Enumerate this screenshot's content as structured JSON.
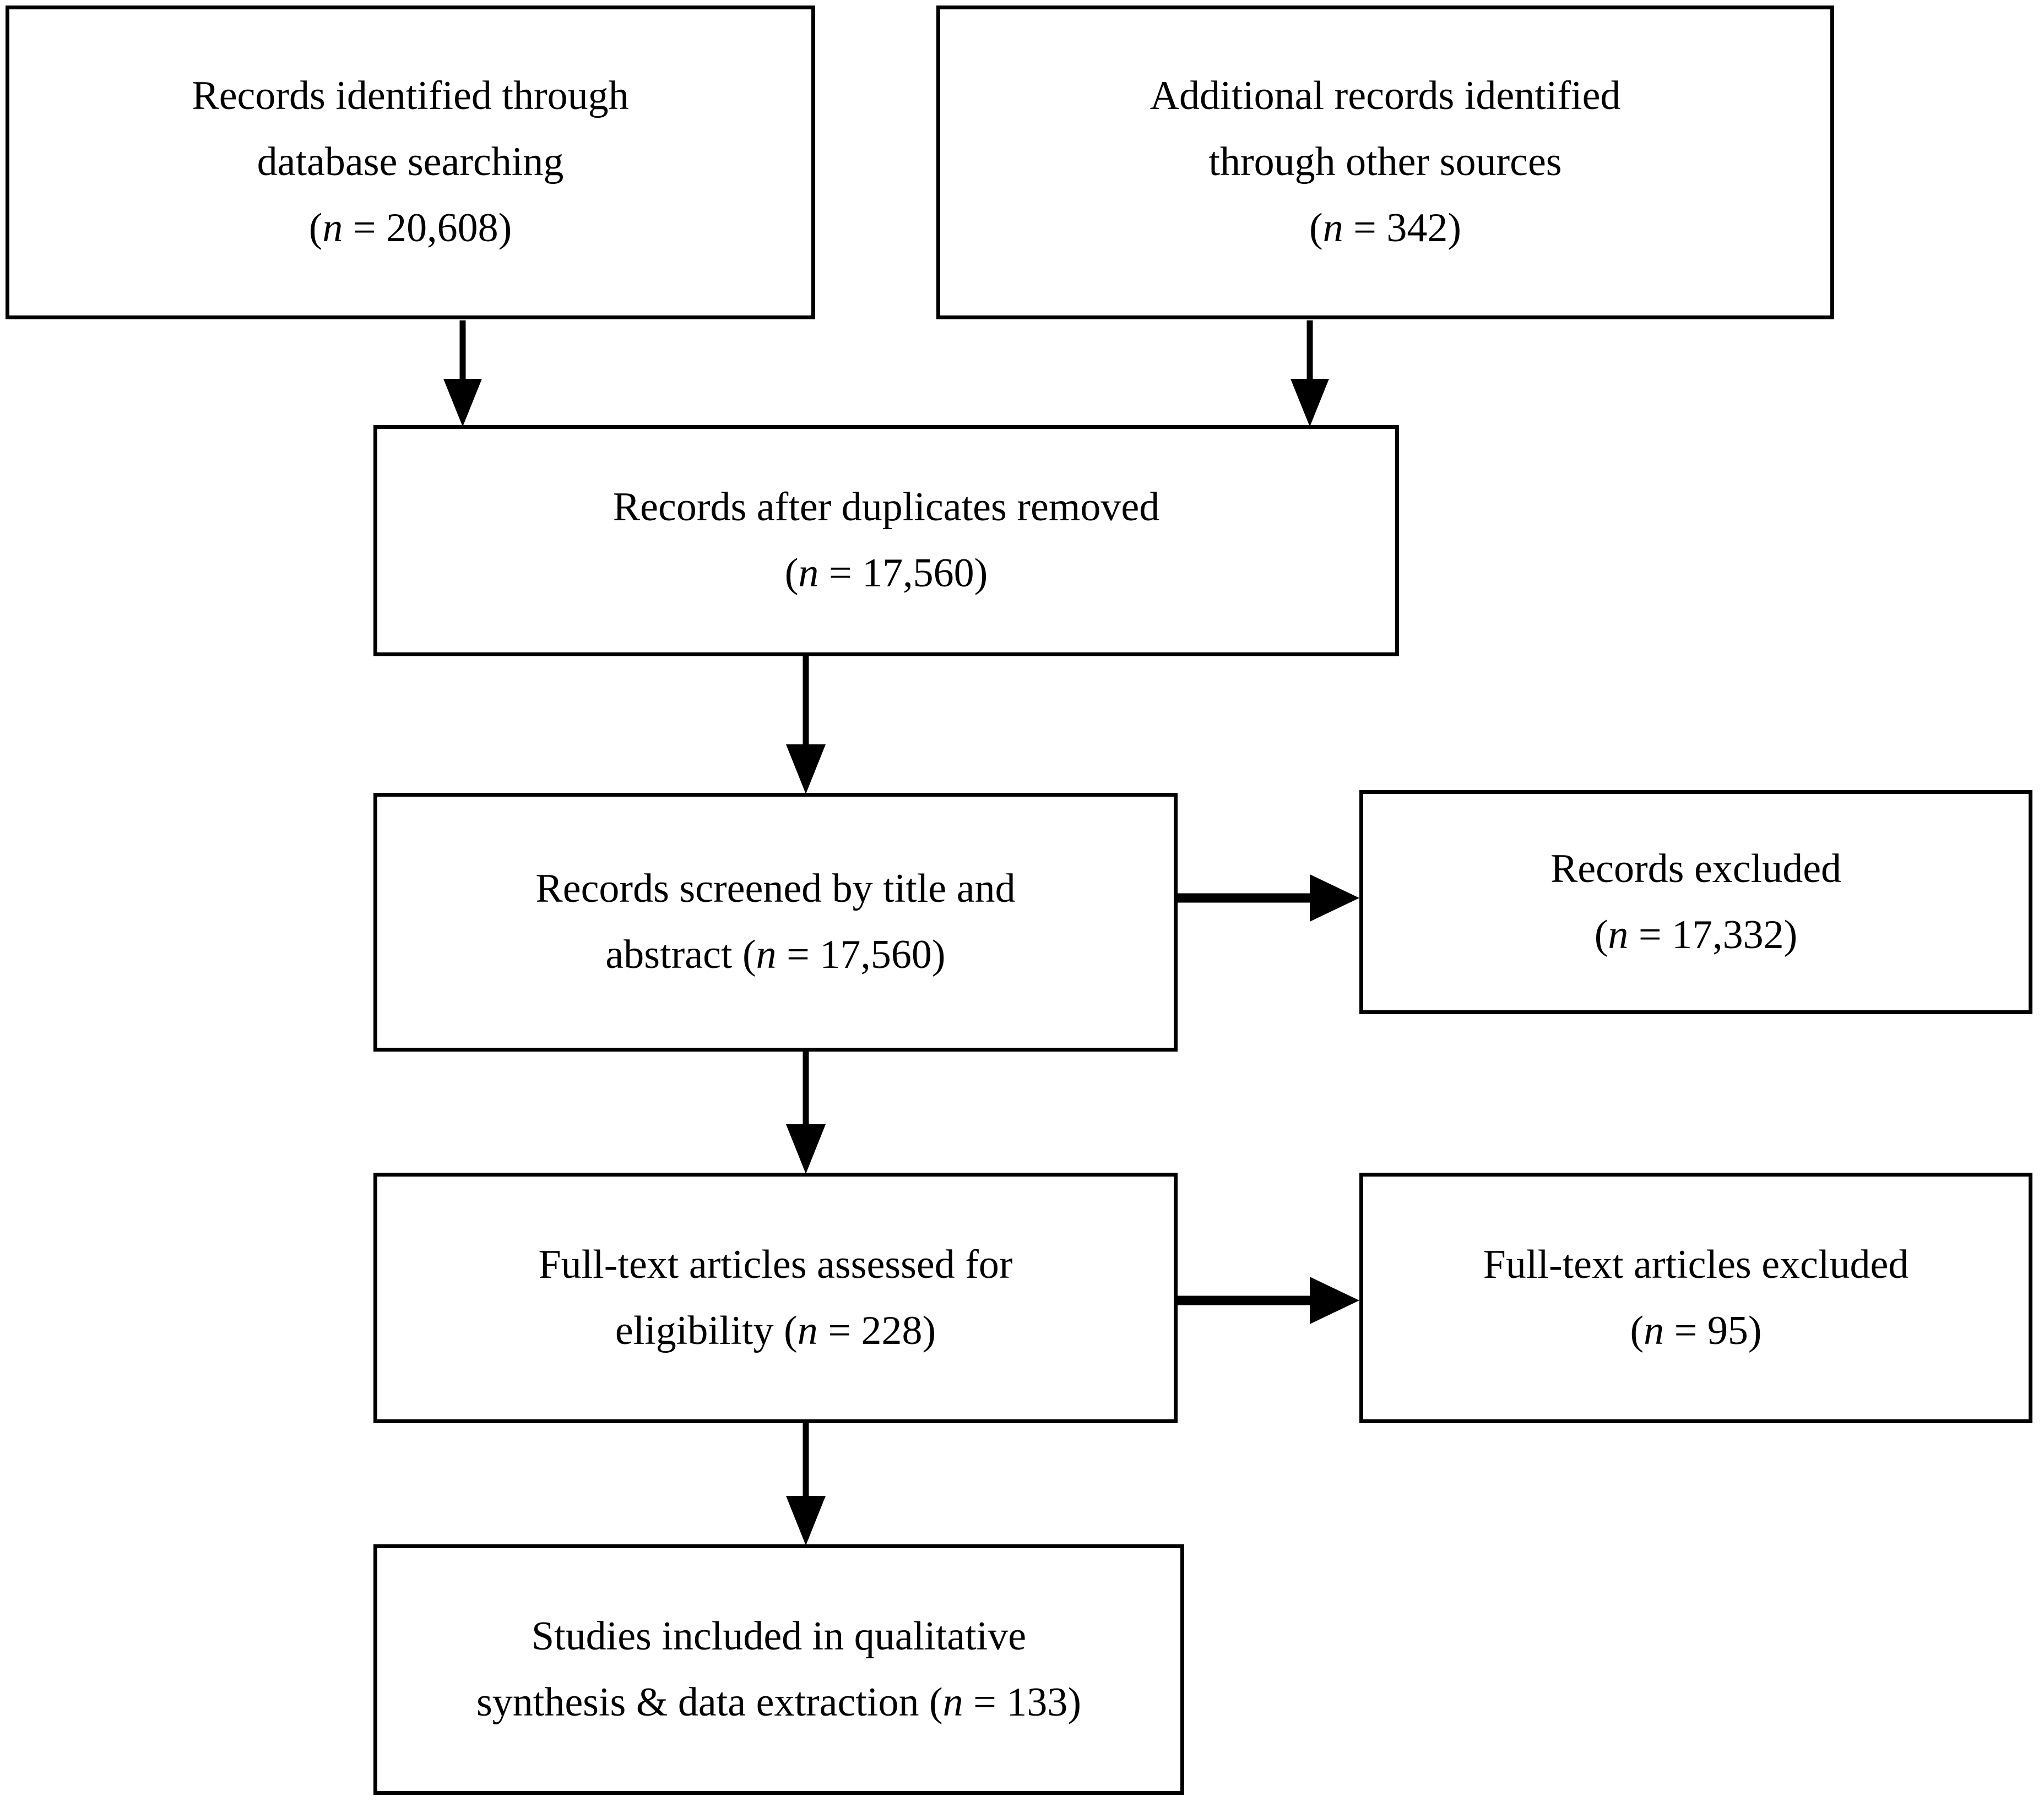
{
  "diagram": {
    "type": "prisma-flow-diagram",
    "colors": {
      "background": "#ffffff",
      "box_border": "#000000",
      "text": "#000000",
      "connector": "#000000"
    },
    "nodes": {
      "identified": {
        "line1": "Records identified through",
        "line2": "database searching",
        "line3_prefix": "(",
        "line3_n": "n",
        "line3_suffix": " = 20,608)",
        "count": 20608
      },
      "additional": {
        "line1": "Additional records identified",
        "line2": "through other sources",
        "line3_prefix": "(",
        "line3_n": "n",
        "line3_suffix": " = 342)",
        "count": 342
      },
      "duplicates": {
        "line1": "Records after duplicates removed",
        "line2_prefix": "(",
        "line2_n": "n",
        "line2_suffix": " = 17,560)",
        "count": 17560
      },
      "screened": {
        "line1": "Records screened by title and",
        "line2_prefix": "abstract (",
        "line2_n": "n",
        "line2_suffix": " = 17,560)",
        "count": 17560
      },
      "records_excluded": {
        "line1": "Records excluded",
        "line2_prefix": "(",
        "line2_n": "n",
        "line2_suffix": " = 17,332)",
        "count": 17332
      },
      "fulltext": {
        "line1": "Full-text articles assessed for",
        "line2_prefix": "eligibility (",
        "line2_n": "n",
        "line2_suffix": " = 228)",
        "count": 228
      },
      "fulltext_excluded": {
        "line1": "Full-text articles excluded",
        "line2_prefix": "(",
        "line2_n": "n",
        "line2_suffix": " = 95)",
        "count": 95
      },
      "included": {
        "line1": "Studies included in qualitative",
        "line2_prefix": "synthesis & data extraction (",
        "line2_n": "n",
        "line2_suffix": " = 133)",
        "count": 133
      }
    },
    "connectors": [
      {
        "name": "identified-to-duplicates",
        "from": "identified",
        "to": "duplicates",
        "direction": "down"
      },
      {
        "name": "additional-to-duplicates",
        "from": "additional",
        "to": "duplicates",
        "direction": "down"
      },
      {
        "name": "duplicates-to-screened",
        "from": "duplicates",
        "to": "screened",
        "direction": "down"
      },
      {
        "name": "screened-to-records-excluded",
        "from": "screened",
        "to": "records_excluded",
        "direction": "right"
      },
      {
        "name": "screened-to-fulltext",
        "from": "screened",
        "to": "fulltext",
        "direction": "down"
      },
      {
        "name": "fulltext-to-fulltext-excluded",
        "from": "fulltext",
        "to": "fulltext_excluded",
        "direction": "right"
      },
      {
        "name": "fulltext-to-included",
        "from": "fulltext",
        "to": "included",
        "direction": "down"
      }
    ]
  }
}
